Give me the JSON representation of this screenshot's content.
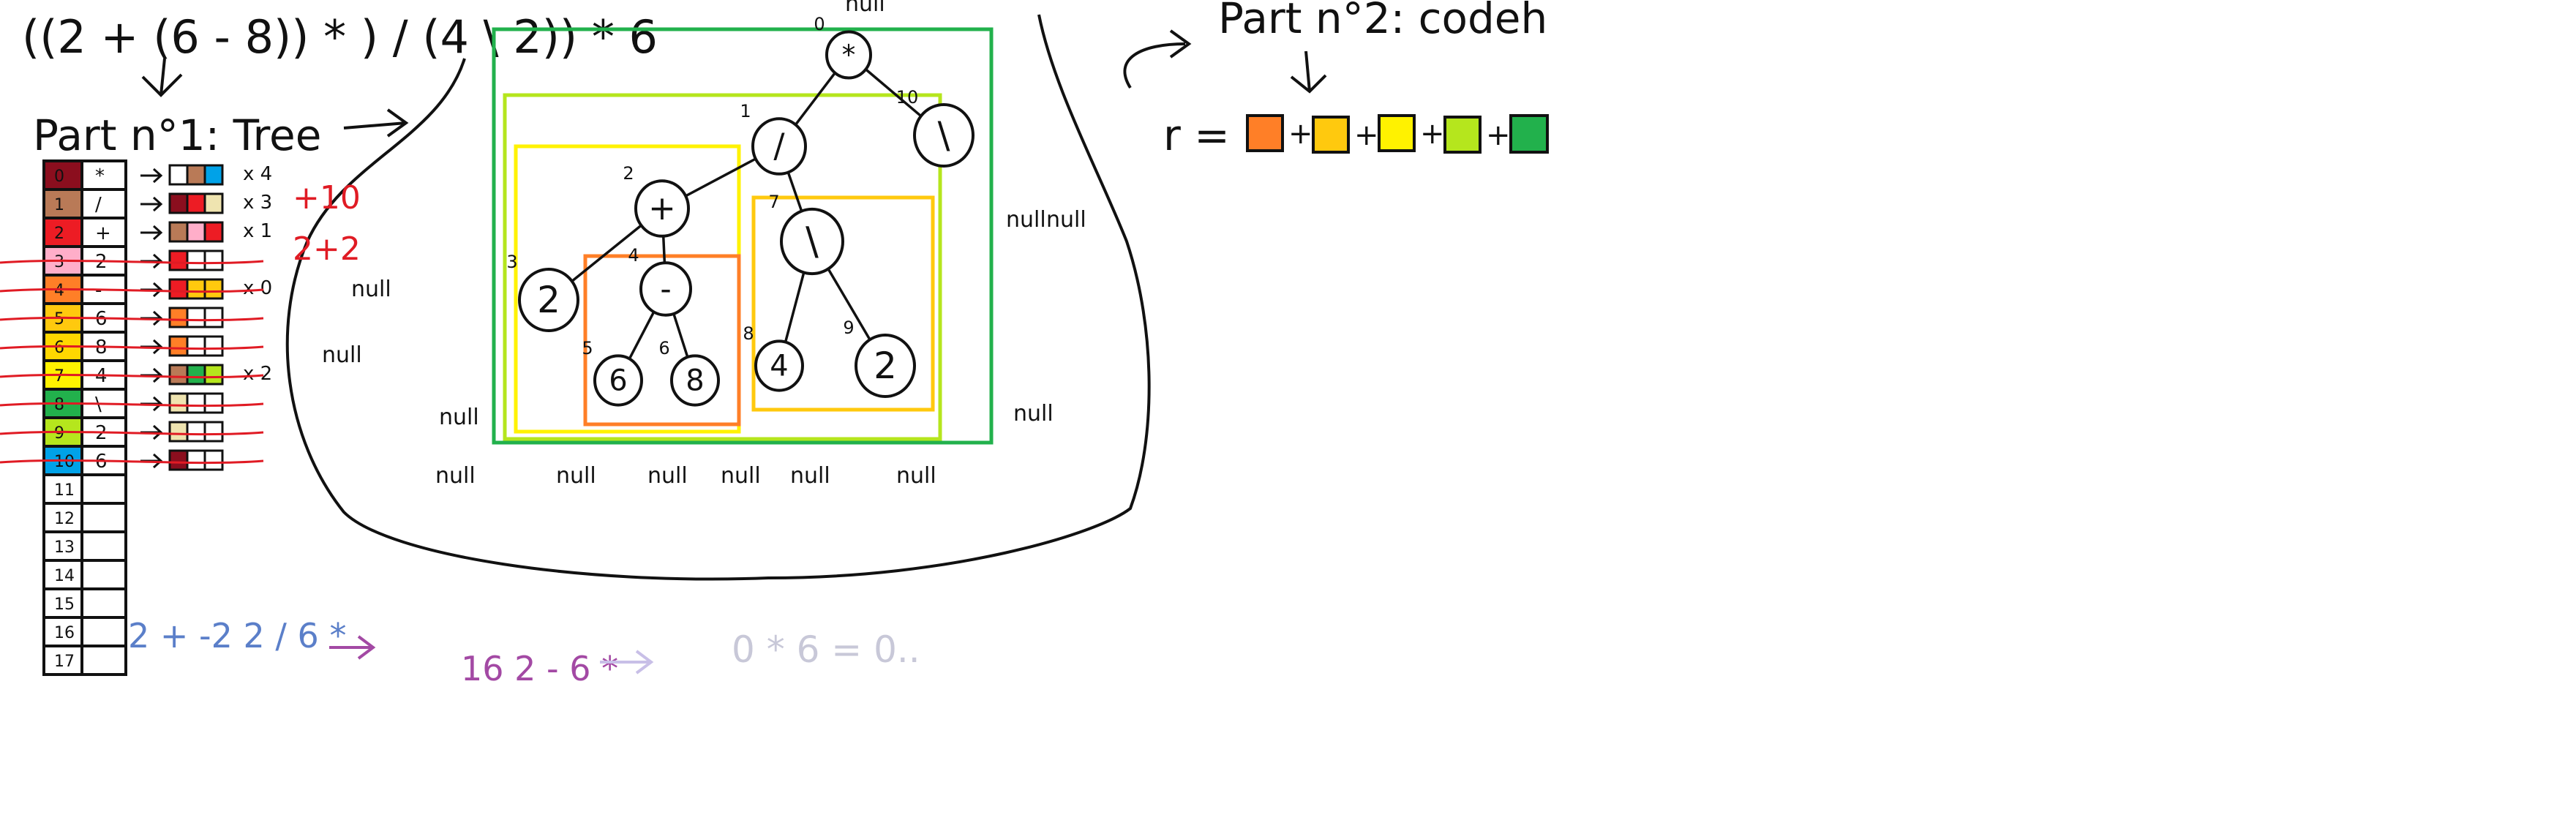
{
  "header": {
    "expression": "((2 + (6 - 8)) * ) / (4 \\ 2)) * 6",
    "part1_label": "Part n°1: Tree",
    "part2_label": "Part n°2: codeh",
    "code_r": "r ="
  },
  "table": {
    "index_colors": [
      "#8b0e1e",
      "#b97a57",
      "#ed1c24",
      "#ffaec9",
      "#ff7f27",
      "#ffc90e",
      "#ffd700",
      "#fff200",
      "#22b14c",
      "#b5e61d",
      "#00a2e8",
      "#ffffff",
      "#ffffff",
      "#ffffff",
      "#ffffff",
      "#ffffff",
      "#ffffff",
      "#ffffff"
    ],
    "indices": [
      "0",
      "1",
      "2",
      "3",
      "4",
      "5",
      "6",
      "7",
      "8",
      "9",
      "10",
      "11",
      "12",
      "13",
      "14",
      "15",
      "16",
      "17"
    ],
    "ops": [
      "*",
      "/",
      "+",
      "2",
      "-",
      "6",
      "8",
      "4",
      "\\",
      "2",
      "6",
      "",
      "",
      "",
      "",
      "",
      "",
      ""
    ],
    "row_counts": [
      "x 4",
      "x 3",
      "x 1",
      "",
      "x 0",
      "",
      "",
      "x 2",
      "",
      "",
      "",
      "",
      "",
      "",
      "",
      "",
      "",
      ""
    ],
    "red_notes": [
      "+10",
      "2+2"
    ],
    "row_swatches": [
      [
        "#ffffff",
        "#b97a57",
        "#00a2e8"
      ],
      [
        "#8b0e1e",
        "#ed1c24",
        "#efe4b0"
      ],
      [
        "#b97a57",
        "#ffaec9",
        "#ed1c24"
      ],
      [
        "#ed1c24",
        "#ffffff",
        "#ffffff"
      ],
      [
        "#ed1c24",
        "#ffc90e",
        "#ffc90e"
      ],
      [
        "#ff7f27",
        "#ffffff",
        "#ffffff"
      ],
      [
        "#ff7f27",
        "#ffffff",
        "#ffffff"
      ],
      [
        "#b97a57",
        "#22b14c",
        "#b5e61d"
      ],
      [
        "#efe4b0",
        "#ffffff",
        "#ffffff"
      ],
      [
        "#efe4b0",
        "#ffffff",
        "#ffffff"
      ],
      [
        "#8b0e1e",
        "#ffffff",
        "#ffffff"
      ]
    ]
  },
  "tree": {
    "nodes": [
      {
        "id": "0",
        "label": "*"
      },
      {
        "id": "1",
        "label": "/"
      },
      {
        "id": "10",
        "label": "\\"
      },
      {
        "id": "2",
        "label": "+"
      },
      {
        "id": "3",
        "label": "2"
      },
      {
        "id": "4",
        "label": "-"
      },
      {
        "id": "5",
        "label": "6"
      },
      {
        "id": "6",
        "label": "8"
      },
      {
        "id": "7",
        "label": "\\"
      },
      {
        "id": "8",
        "label": "4"
      },
      {
        "id": "9",
        "label": "2"
      }
    ],
    "null_label": "null",
    "box_colors": [
      "#22b14c",
      "#b5e61d",
      "#fff200",
      "#ff7f27",
      "#ffc90e"
    ]
  },
  "code": {
    "square_colors": [
      "#ff7f27",
      "#ffc90e",
      "#fff200",
      "#b5e61d",
      "#22b14c"
    ],
    "plus": "+"
  },
  "eval": {
    "blue": "2 + -2 2 / 6 *",
    "purple": "16 2 - 6 *",
    "faded": "0 * 6 = 0.."
  }
}
